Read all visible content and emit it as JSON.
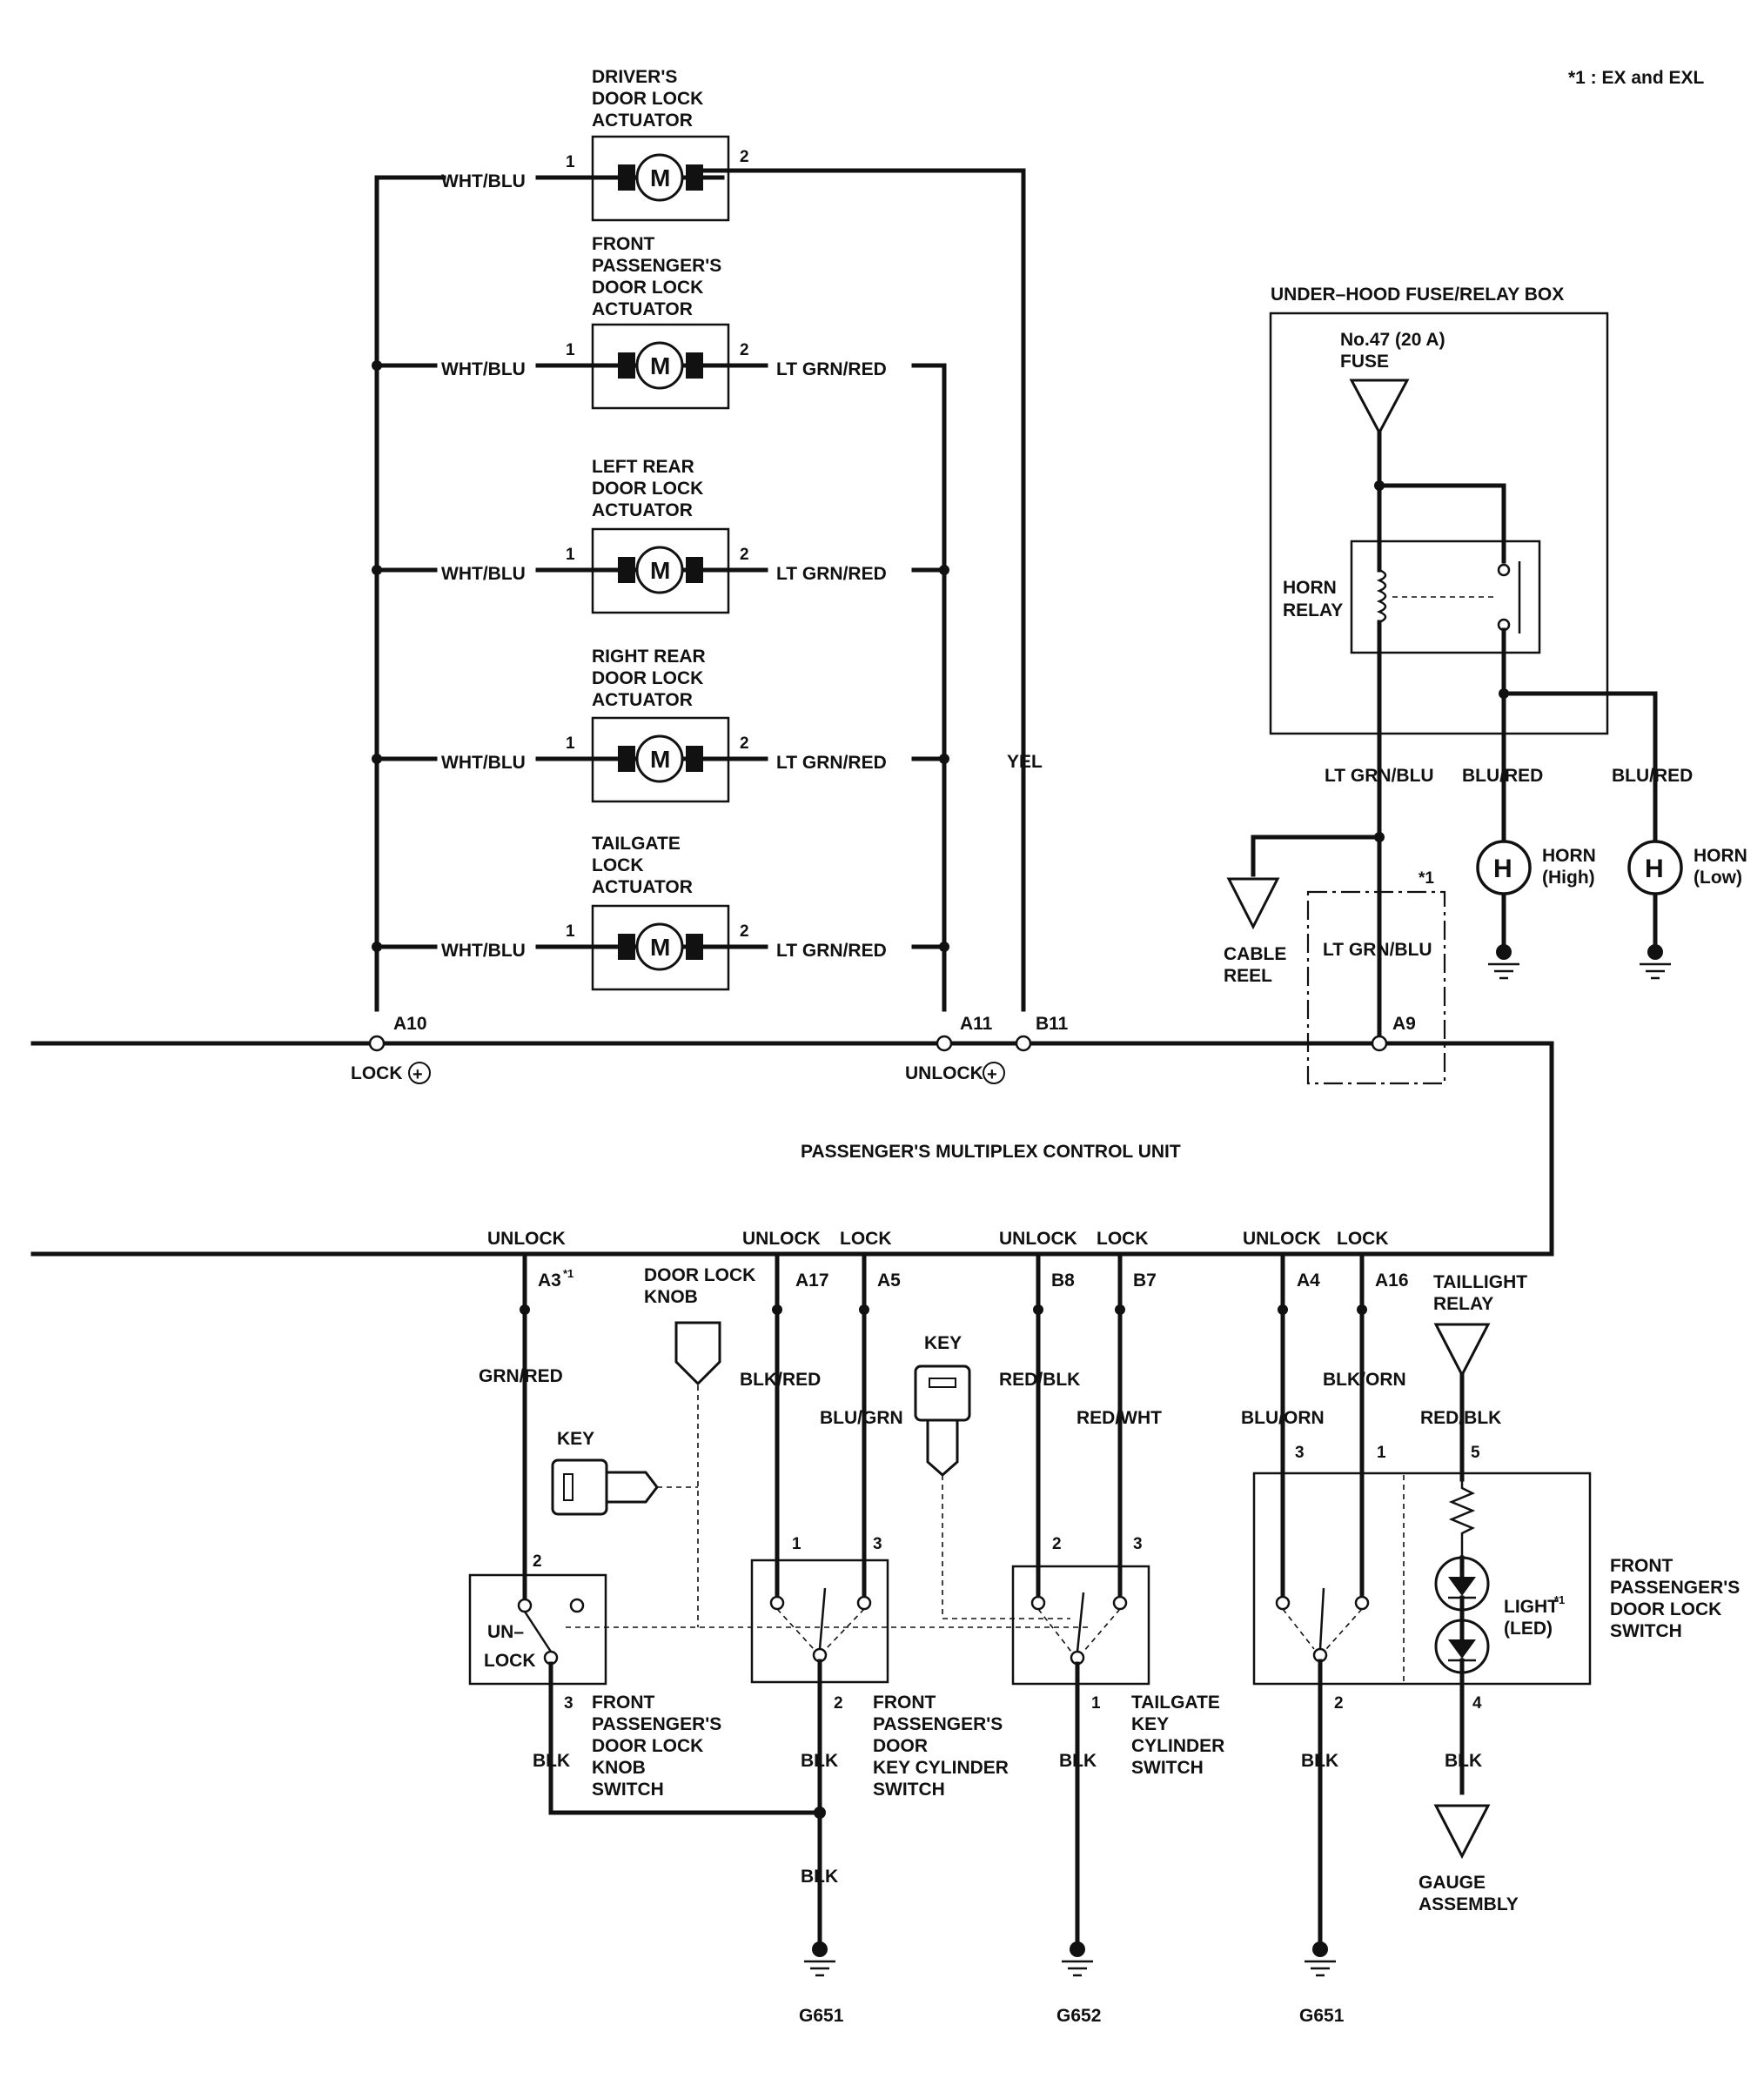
{
  "note": "*1 : EX and EXL",
  "actuators": [
    {
      "name": [
        "DRIVER'S",
        "DOOR LOCK",
        "ACTUATOR"
      ],
      "left_wire": "WHT/BLU",
      "right_wire": "",
      "pin_left": "1",
      "pin_right": "2",
      "motor": "M"
    },
    {
      "name": [
        "FRONT",
        "PASSENGER'S",
        "DOOR LOCK",
        "ACTUATOR"
      ],
      "left_wire": "WHT/BLU",
      "right_wire": "LT GRN/RED",
      "pin_left": "1",
      "pin_right": "2",
      "motor": "M"
    },
    {
      "name": [
        "LEFT REAR",
        "DOOR LOCK",
        "ACTUATOR"
      ],
      "left_wire": "WHT/BLU",
      "right_wire": "LT GRN/RED",
      "pin_left": "1",
      "pin_right": "2",
      "motor": "M"
    },
    {
      "name": [
        "RIGHT REAR",
        "DOOR LOCK",
        "ACTUATOR"
      ],
      "left_wire": "WHT/BLU",
      "right_wire": "LT GRN/RED",
      "pin_left": "1",
      "pin_right": "2",
      "motor": "M"
    },
    {
      "name": [
        "TAILGATE",
        "LOCK",
        "ACTUATOR"
      ],
      "left_wire": "WHT/BLU",
      "right_wire": "LT GRN/RED",
      "pin_left": "1",
      "pin_right": "2",
      "motor": "M"
    }
  ],
  "yel_wire": "YEL",
  "fuse_box": {
    "title": "UNDER–HOOD FUSE/RELAY BOX",
    "fuse_label": [
      "No.47 (20 A)",
      "FUSE"
    ],
    "relay_label": [
      "HORN",
      "RELAY"
    ]
  },
  "horn_wires": {
    "relay_out": "LT GRN/BLU",
    "high": "BLU/RED",
    "low": "BLU/RED"
  },
  "horns": [
    {
      "symbol": "H",
      "label": [
        "HORN",
        "(High)"
      ]
    },
    {
      "symbol": "H",
      "label": [
        "HORN",
        "(Low)"
      ]
    }
  ],
  "cable_reel": [
    "CABLE",
    "REEL"
  ],
  "optional_mark": "*1",
  "optional_wire": "LT GRN/BLU",
  "mcu": {
    "name": "PASSENGER'S MULTIPLEX CONTROL UNIT",
    "top_pins": {
      "a10": "A10",
      "a11": "A11",
      "b11": "B11",
      "a9": "A9"
    },
    "lock": "LOCK",
    "unlock": "UNLOCK",
    "bottom_pins": {
      "a3": "A3",
      "a3_mark": "*1",
      "a17": "A17",
      "a5": "A5",
      "b8": "B8",
      "b7": "B7",
      "a4": "A4",
      "a16": "A16"
    }
  },
  "bottom_labels": {
    "unlock": "UNLOCK",
    "lock": "LOCK",
    "door_lock_knob": [
      "DOOR LOCK",
      "KNOB"
    ],
    "key": "KEY",
    "taillight_relay": [
      "TAILLIGHT",
      "RELAY"
    ]
  },
  "bottom_wires": {
    "grn_red": "GRN/RED",
    "blk_red": "BLK/RED",
    "blu_grn": "BLU/GRN",
    "red_blk": "RED/BLK",
    "red_wht": "RED/WHT",
    "blu_orn": "BLU/ORN",
    "blk_orn": "BLK/ORN",
    "red_blk_relay": "RED/BLK",
    "blk": "BLK"
  },
  "switches": {
    "knob_switch": {
      "name": [
        "FRONT",
        "PASSENGER'S",
        "DOOR LOCK",
        "KNOB",
        "SWITCH"
      ],
      "inner": [
        "UN–",
        "LOCK"
      ],
      "pin_top": "2",
      "pin_bottom": "3"
    },
    "key_cyl": {
      "name": [
        "FRONT",
        "PASSENGER'S",
        "DOOR",
        "KEY CYLINDER",
        "SWITCH"
      ],
      "pin_a": "1",
      "pin_b": "3",
      "pin_c": "2"
    },
    "tailgate": {
      "name": [
        "TAILGATE",
        "KEY",
        "CYLINDER",
        "SWITCH"
      ],
      "pin_a": "2",
      "pin_b": "3",
      "pin_c": "1"
    },
    "door_lock": {
      "name": [
        "FRONT",
        "PASSENGER'S",
        "DOOR LOCK",
        "SWITCH"
      ],
      "light": [
        "LIGHT",
        "(LED)"
      ],
      "light_mark": "*1",
      "pin_3": "3",
      "pin_1": "1",
      "pin_5": "5",
      "pin_2": "2",
      "pin_4": "4"
    }
  },
  "grounds": [
    "G651",
    "G652",
    "G651"
  ],
  "gauge": [
    "GAUGE",
    "ASSEMBLY"
  ]
}
